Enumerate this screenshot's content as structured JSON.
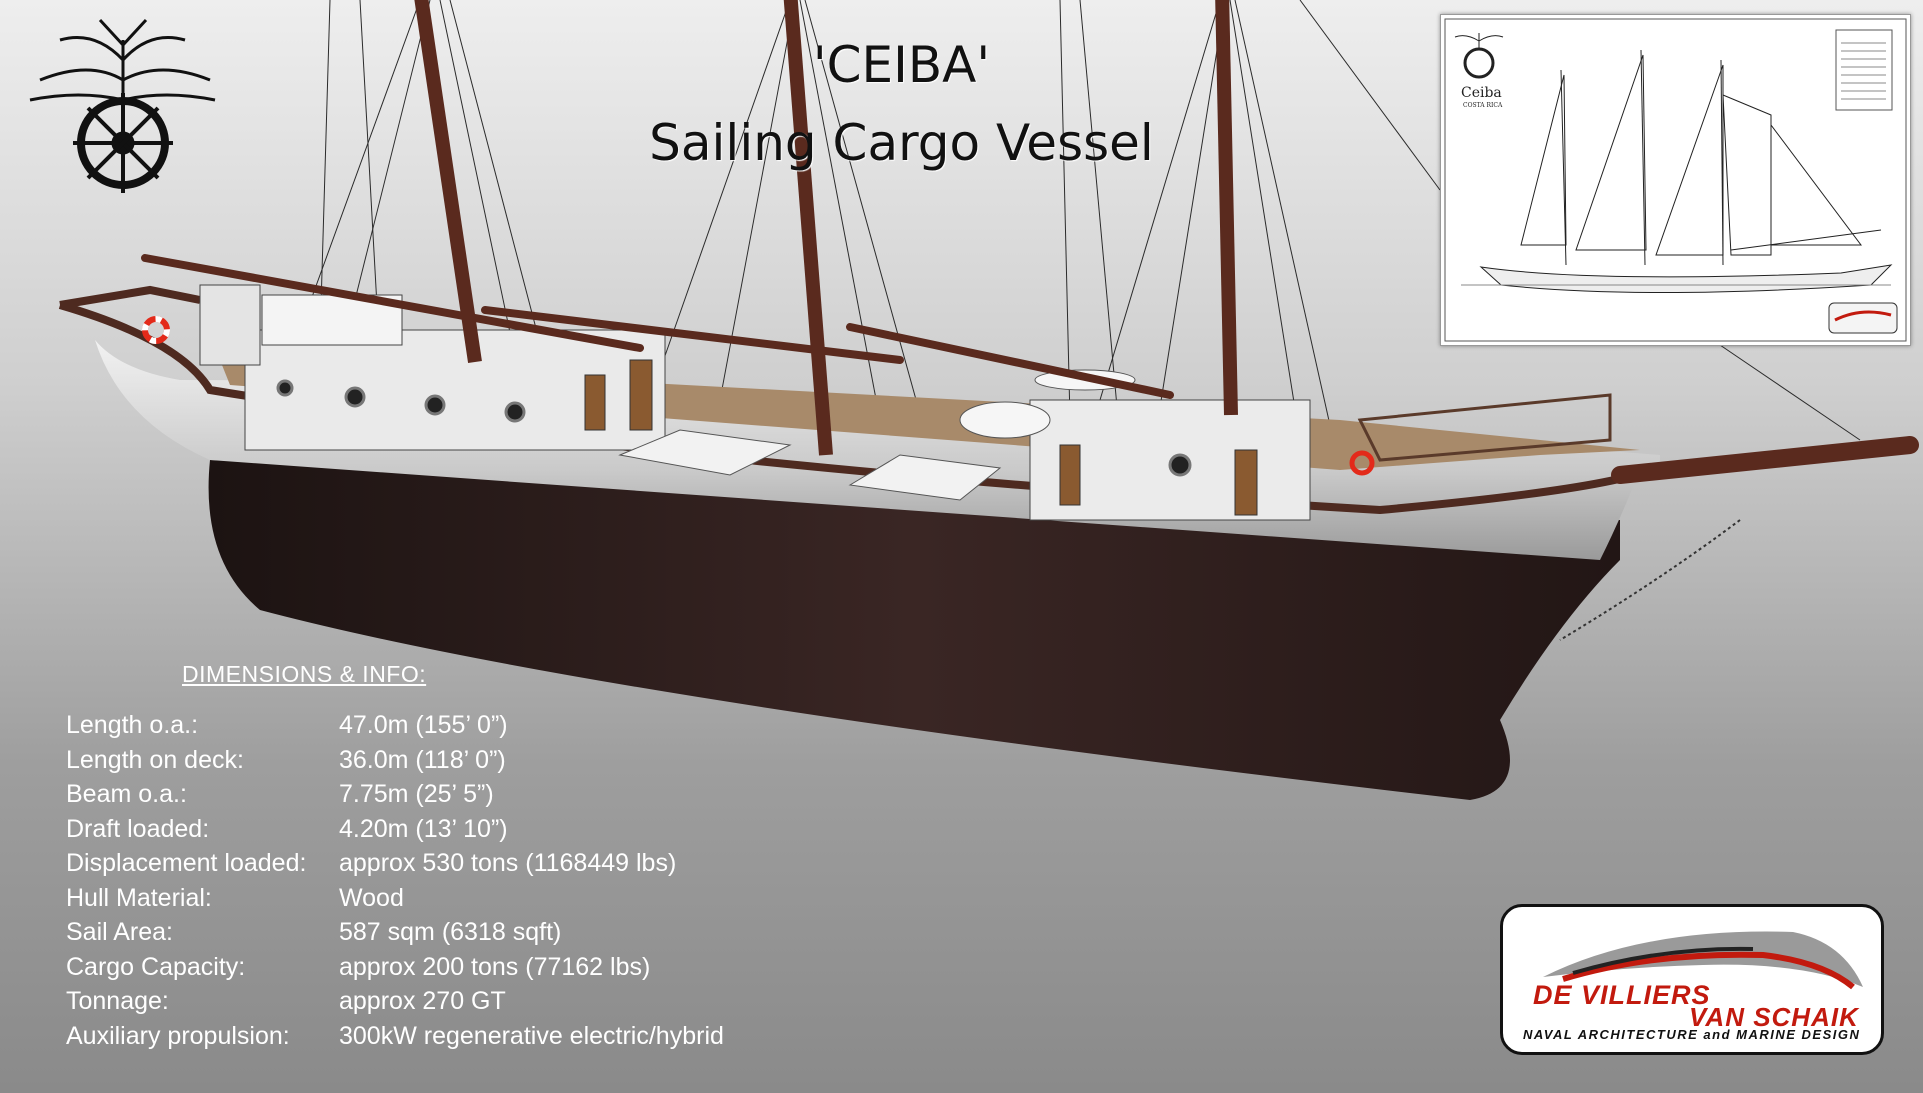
{
  "title": {
    "line1": "'CEIBA'",
    "line2": "Sailing Cargo Vessel"
  },
  "info_heading": "DIMENSIONS & INFO:",
  "specs": [
    {
      "label": "Length o.a.:",
      "value": "47.0m  (155’ 0”)"
    },
    {
      "label": "Length on deck:",
      "value": "36.0m  (118’ 0”)"
    },
    {
      "label": "Beam o.a.:",
      "value": "7.75m  (25’ 5”)"
    },
    {
      "label": "Draft loaded:",
      "value": "4.20m  (13’ 10”)"
    },
    {
      "label": "Displacement loaded:",
      "value": "approx 530 tons (1168449 lbs)"
    },
    {
      "label": "Hull Material:",
      "value": "Wood"
    },
    {
      "label": "Sail Area:",
      "value": "587 sqm  (6318 sqft)"
    },
    {
      "label": "Cargo Capacity:",
      "value": "approx 200 tons (77162 lbs)"
    },
    {
      "label": "Tonnage:",
      "value": "approx 270 GT"
    },
    {
      "label": "Auxiliary propulsion:",
      "value": "300kW regenerative electric/hybrid"
    }
  ],
  "sail_plan_inset": {
    "name": "Ceiba",
    "subtitle": "COSTA RICA"
  },
  "designer_badge": {
    "line1": "DE VILLIERS",
    "line2": "VAN SCHAIK",
    "tagline": "NAVAL ARCHITECTURE and MARINE DESIGN"
  },
  "colors": {
    "hull_upper": "#d6d6d6",
    "hull_lower": "#2a1b19",
    "mast": "#5a2a1e",
    "deck": "#a88a6a",
    "accent_red": "#c21a0e"
  },
  "icons": [
    "tree-wheel-logo-icon",
    "life-ring-icon"
  ]
}
